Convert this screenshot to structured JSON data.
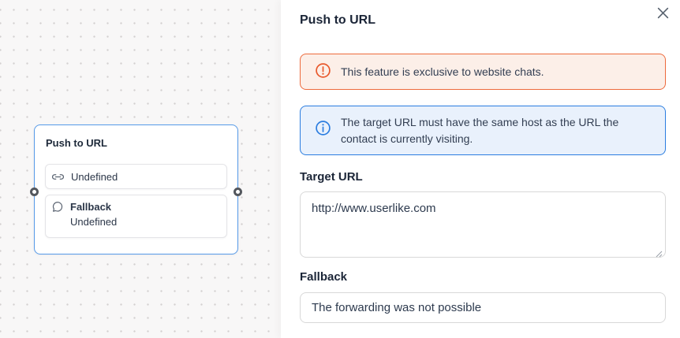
{
  "canvas": {
    "node": {
      "title": "Push to URL",
      "items": [
        {
          "icon": "link-icon",
          "label": "Undefined"
        },
        {
          "icon": "chat-bubble-icon",
          "title": "Fallback",
          "label": "Undefined"
        }
      ]
    }
  },
  "panel": {
    "title": "Push to URL",
    "close_icon": "close-icon",
    "alerts": [
      {
        "type": "warning",
        "icon": "alert-circle-icon",
        "text": "This feature is exclusive to website chats."
      },
      {
        "type": "info",
        "icon": "info-circle-icon",
        "text": "The target URL must have the same host as the URL the contact is currently visiting."
      }
    ],
    "fields": [
      {
        "label": "Target URL",
        "value": "http://www.userlike.com",
        "kind": "textarea"
      },
      {
        "label": "Fallback",
        "value": "The forwarding was not possible",
        "kind": "input"
      }
    ]
  },
  "colors": {
    "node_border_blue": "#569ae8",
    "warning_border": "#ed6a3c",
    "warning_bg": "#fcefe8",
    "info_border": "#2b7de0",
    "info_bg": "#e9f1fc",
    "text_dark": "#1b2537",
    "canvas_bg": "#f8f7f7"
  }
}
